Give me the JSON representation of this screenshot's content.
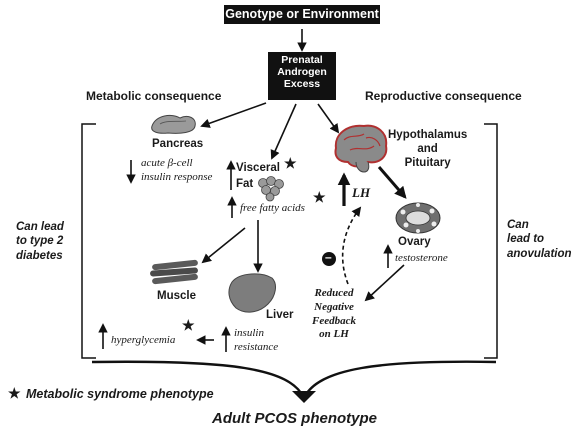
{
  "top_box": "Genotype or Environment",
  "androgen_box": [
    "Prenatal",
    "Androgen",
    "Excess"
  ],
  "headings": {
    "metabolic": "Metabolic consequence",
    "reproductive": "Reproductive consequence"
  },
  "side_notes": {
    "left": [
      "Can lead",
      "to type 2",
      "diabetes"
    ],
    "right": [
      "Can",
      "lead to",
      "anovulation"
    ]
  },
  "pancreas": {
    "label": "Pancreas",
    "effect": [
      "acute β-cell",
      "insulin response"
    ]
  },
  "visceral_fat": {
    "label": [
      "Visceral",
      "Fat"
    ],
    "effect": "free fatty acids"
  },
  "hypothalamus": {
    "label": [
      "Hypothalamus",
      "and",
      "Pituitary"
    ]
  },
  "lh": "LH",
  "ovary": {
    "label": "Ovary",
    "effect": "testosterone"
  },
  "feedback": [
    "Reduced",
    "Negative",
    "Feedback",
    "on LH"
  ],
  "minus_sign": "–",
  "muscle": "Muscle",
  "liver": {
    "label": "Liver",
    "effect": [
      "insulin",
      "resistance"
    ]
  },
  "hyperglycemia": "hyperglycemia",
  "star": "★",
  "legend": "Metabolic syndrome phenotype",
  "outcome": "Adult PCOS phenotype",
  "colors": {
    "box": "#111111",
    "organ_gray": "#7d7d7d",
    "brain_red": "#b03030"
  }
}
